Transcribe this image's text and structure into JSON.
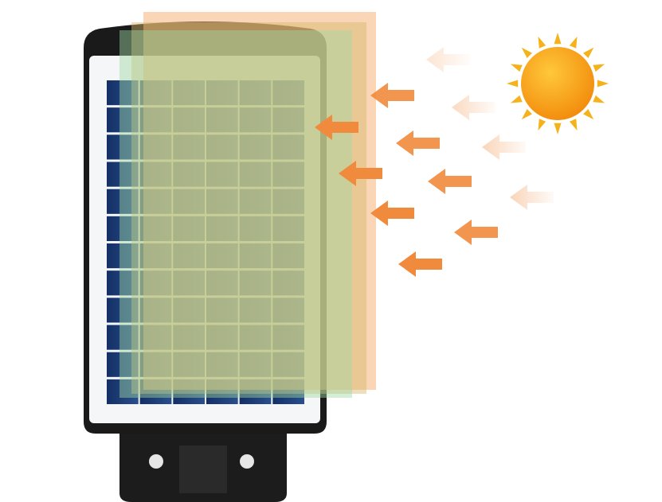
{
  "scene": {
    "subject": "solar-street-light-panel",
    "colors": {
      "background": "#ffffff",
      "housing": "#1a1a1a",
      "frame": "#f4f6f8",
      "cells": "#1f3f7a",
      "overlay_orange": "#f6b27a",
      "overlay_yellow": "#e8c98a",
      "overlay_green": "#9fd6a4",
      "arrow": "#f08a3c",
      "sun_core": "#f7a416",
      "sun_rays": "#f5b21a"
    },
    "icons": [
      "sun-icon",
      "arrow-left-icon"
    ],
    "grid": {
      "rows": 12,
      "cols": 6
    }
  }
}
